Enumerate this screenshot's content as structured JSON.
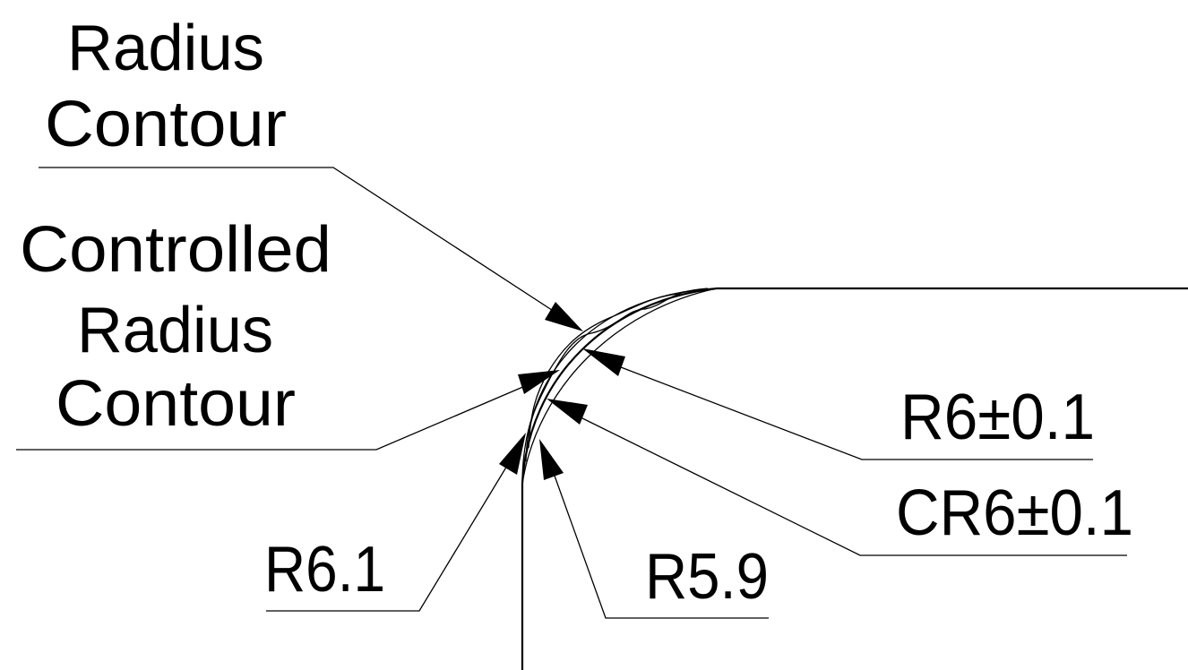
{
  "labels": {
    "radius_contour": [
      "Radius",
      "Contour"
    ],
    "controlled_radius_contour": [
      "Controlled",
      "Radius",
      "Contour"
    ],
    "r6_tol": "R6±0.1",
    "cr6_tol": "CR6±0.1",
    "r6_1": "R6.1",
    "r5_9": "R5.9"
  },
  "colors": {
    "line": "#000000",
    "background": "#ffffff"
  }
}
